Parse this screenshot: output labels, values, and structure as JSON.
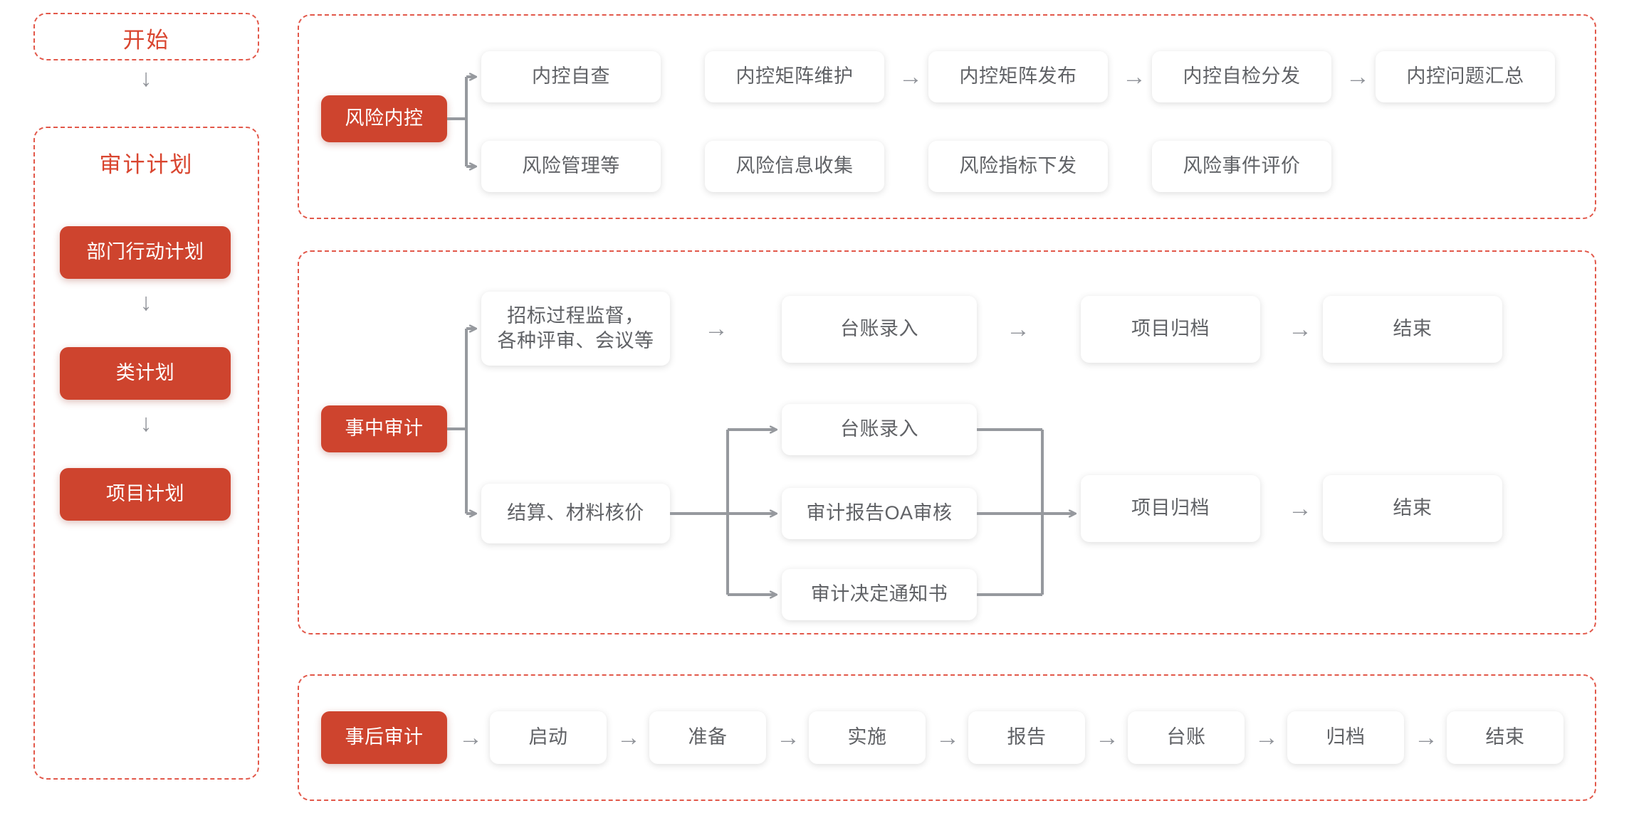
{
  "colors": {
    "accent_red": "#CE442E",
    "panel_border_red": "#E2584A",
    "title_red": "#D9452F",
    "node_text": "#606266",
    "wire_gray": "#909399"
  },
  "left_column": {
    "start_box": {
      "label": "开始"
    },
    "plan_box": {
      "title": "审计计划",
      "steps": [
        {
          "label": "部门行动计划"
        },
        {
          "label": "类计划"
        },
        {
          "label": "项目计划"
        }
      ]
    },
    "arrow_down": "↓"
  },
  "panels": [
    {
      "name": "risk-internal-control",
      "label": "风险内控",
      "rows": [
        {
          "nodes": [
            {
              "label": "内控自查"
            },
            {
              "label": "内控矩阵维护"
            },
            {
              "label": "内控矩阵发布"
            },
            {
              "label": "内控自检分发"
            },
            {
              "label": "内控问题汇总"
            }
          ],
          "arrows_after": [
            false,
            true,
            true,
            true
          ]
        },
        {
          "nodes": [
            {
              "label": "风险管理等"
            },
            {
              "label": "风险信息收集"
            },
            {
              "label": "风险指标下发"
            },
            {
              "label": "风险事件评价"
            }
          ],
          "arrows_after": [
            false,
            false,
            false
          ]
        }
      ]
    },
    {
      "name": "in-process-audit",
      "label": "事中审计",
      "branch_top": {
        "source": {
          "label": "招标过程监督，\n各种评审、会议等"
        },
        "chain": [
          {
            "label": "台账录入"
          },
          {
            "label": "项目归档"
          },
          {
            "label": "结束"
          }
        ]
      },
      "branch_bottom": {
        "source": {
          "label": "结算、材料核价"
        },
        "split": [
          {
            "label": "台账录入"
          },
          {
            "label": "审计报告OA审核"
          },
          {
            "label": "审计决定通知书"
          }
        ],
        "merge_chain": [
          {
            "label": "项目归档"
          },
          {
            "label": "结束"
          }
        ]
      }
    },
    {
      "name": "post-audit",
      "label": "事后审计",
      "chain": [
        {
          "label": "启动"
        },
        {
          "label": "准备"
        },
        {
          "label": "实施"
        },
        {
          "label": "报告"
        },
        {
          "label": "台账"
        },
        {
          "label": "归档"
        },
        {
          "label": "结束"
        }
      ],
      "arrow_glyph": "→"
    }
  ],
  "glyphs": {
    "arrow_right": "→",
    "arrow_down": "↓"
  }
}
